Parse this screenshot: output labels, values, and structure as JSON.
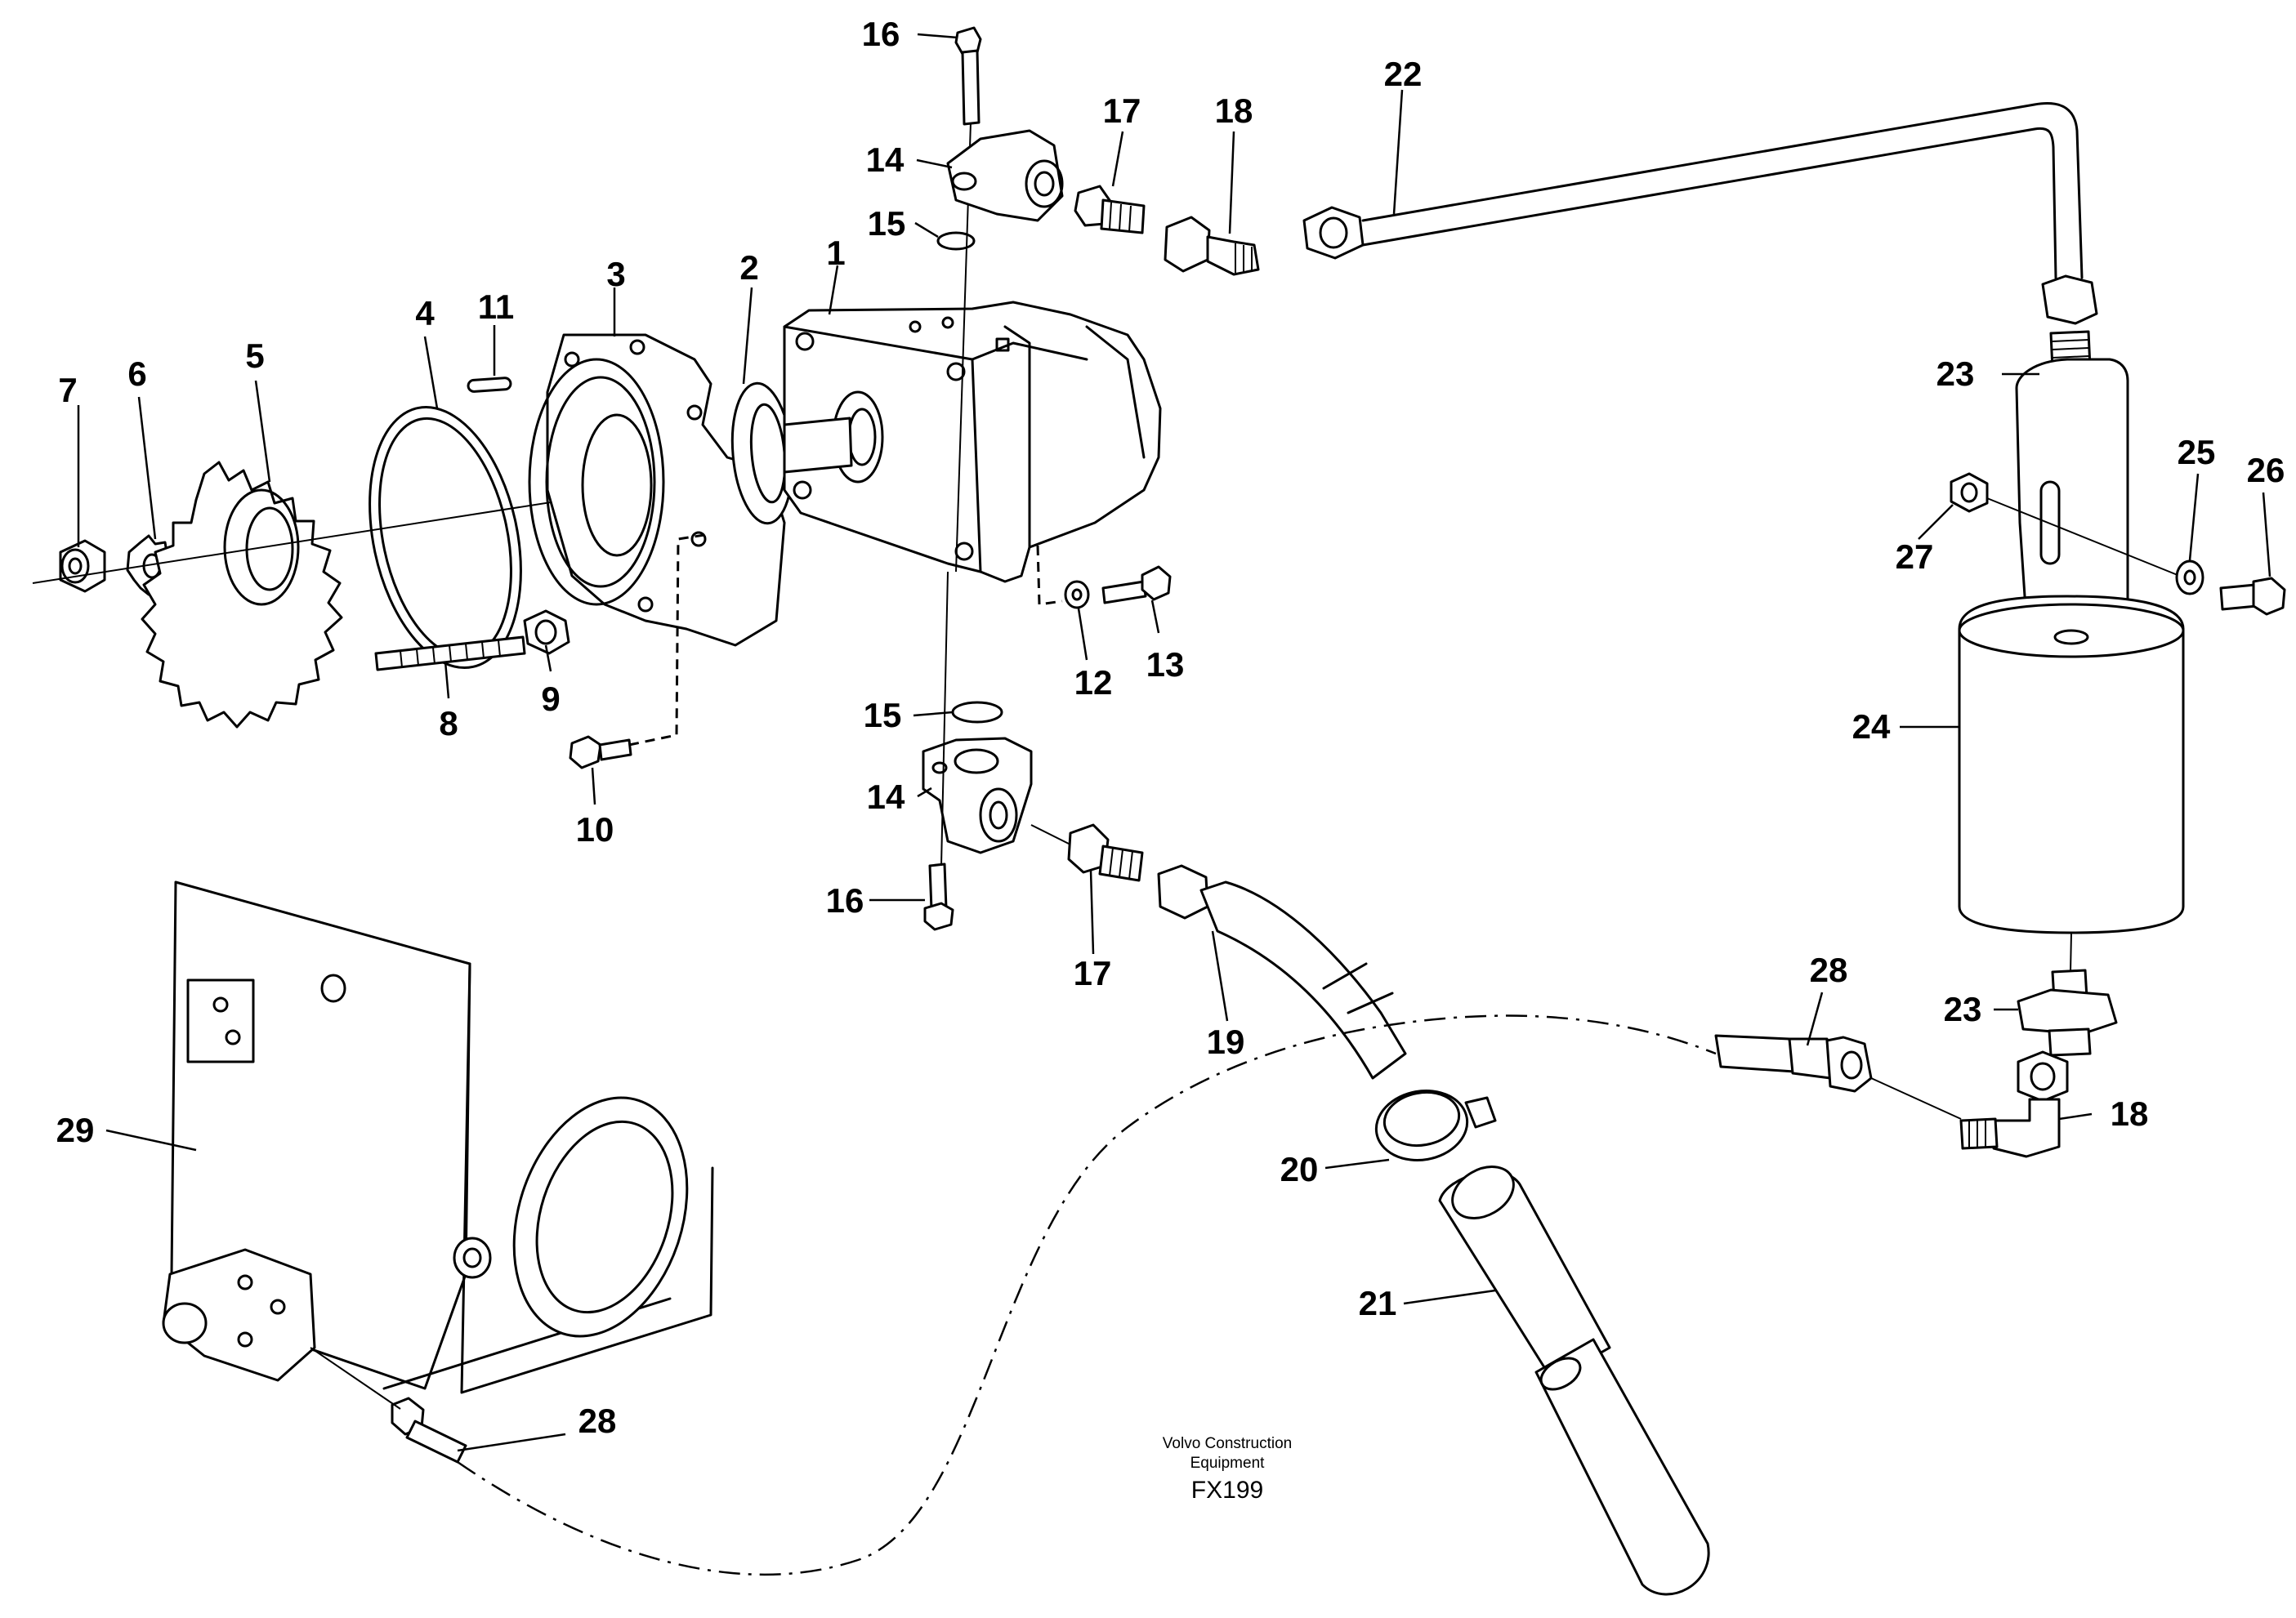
{
  "callouts": {
    "c1": "1",
    "c2": "2",
    "c3": "3",
    "c4": "4",
    "c5": "5",
    "c6": "6",
    "c7": "7",
    "c8": "8",
    "c9": "9",
    "c10": "10",
    "c11": "11",
    "c12": "12",
    "c13": "13",
    "c14a": "14",
    "c14b": "14",
    "c15a": "15",
    "c15b": "15",
    "c16a": "16",
    "c16b": "16",
    "c17a": "17",
    "c17b": "17",
    "c18a": "18",
    "c18b": "18",
    "c19": "19",
    "c20": "20",
    "c21": "21",
    "c22": "22",
    "c23a": "23",
    "c23b": "23",
    "c24": "24",
    "c25": "25",
    "c26": "26",
    "c27": "27",
    "c28a": "28",
    "c28b": "28",
    "c29": "29"
  },
  "credit": {
    "line1": "Volvo Construction",
    "line2": "Equipment",
    "code": "FX199"
  }
}
